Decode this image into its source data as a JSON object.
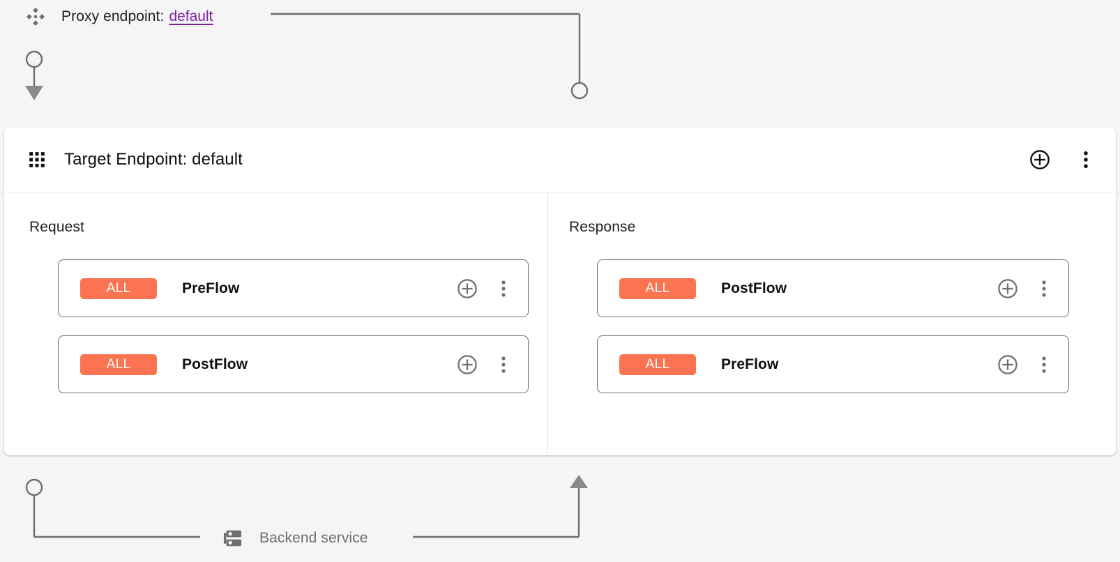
{
  "page": {
    "background_color": "#f5f5f5",
    "panel_color": "#ffffff"
  },
  "proxy": {
    "icon": "diamond-cluster-icon",
    "label": "Proxy endpoint:",
    "endpoint_name": "default",
    "link_color": "#7b1fa2"
  },
  "target_panel": {
    "icon": "apps-grid-icon",
    "title": "Target Endpoint: default",
    "actions": [
      {
        "name": "add-icon",
        "glyph": "plus-circle"
      },
      {
        "name": "more-options-icon",
        "glyph": "dots-vertical"
      }
    ]
  },
  "columns": [
    {
      "key": "request",
      "title": "Request",
      "direction": "down",
      "cards": [
        {
          "badge": "ALL",
          "name": "PreFlow",
          "badge_color": "#fb7350"
        },
        {
          "badge": "ALL",
          "name": "PostFlow",
          "badge_color": "#fb7350"
        }
      ]
    },
    {
      "key": "response",
      "title": "Response",
      "direction": "up",
      "cards": [
        {
          "badge": "ALL",
          "name": "PostFlow",
          "badge_color": "#fb7350"
        },
        {
          "badge": "ALL",
          "name": "PreFlow",
          "badge_color": "#fb7350"
        }
      ]
    }
  ],
  "card_actions": [
    {
      "name": "add-step-icon",
      "glyph": "plus-circle"
    },
    {
      "name": "card-more-options-icon",
      "glyph": "dots-vertical"
    }
  ],
  "backend": {
    "icon": "server-icon",
    "label": "Backend service",
    "text_color": "#6f6f6f"
  },
  "connectors": {
    "line_color": "#6f6f6f"
  }
}
